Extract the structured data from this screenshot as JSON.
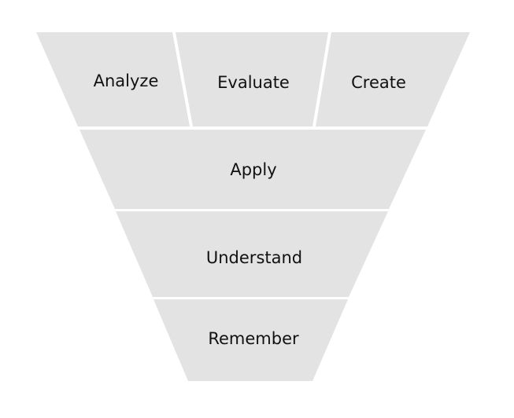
{
  "diagram": {
    "fill_color": "#e3e3e3",
    "text_color": "#111111",
    "top_row": {
      "left_label": "Analyze",
      "middle_label": "Evaluate",
      "right_label": "Create"
    },
    "levels": {
      "apply_label": "Apply",
      "understand_label": "Understand",
      "remember_label": "Remember"
    }
  }
}
